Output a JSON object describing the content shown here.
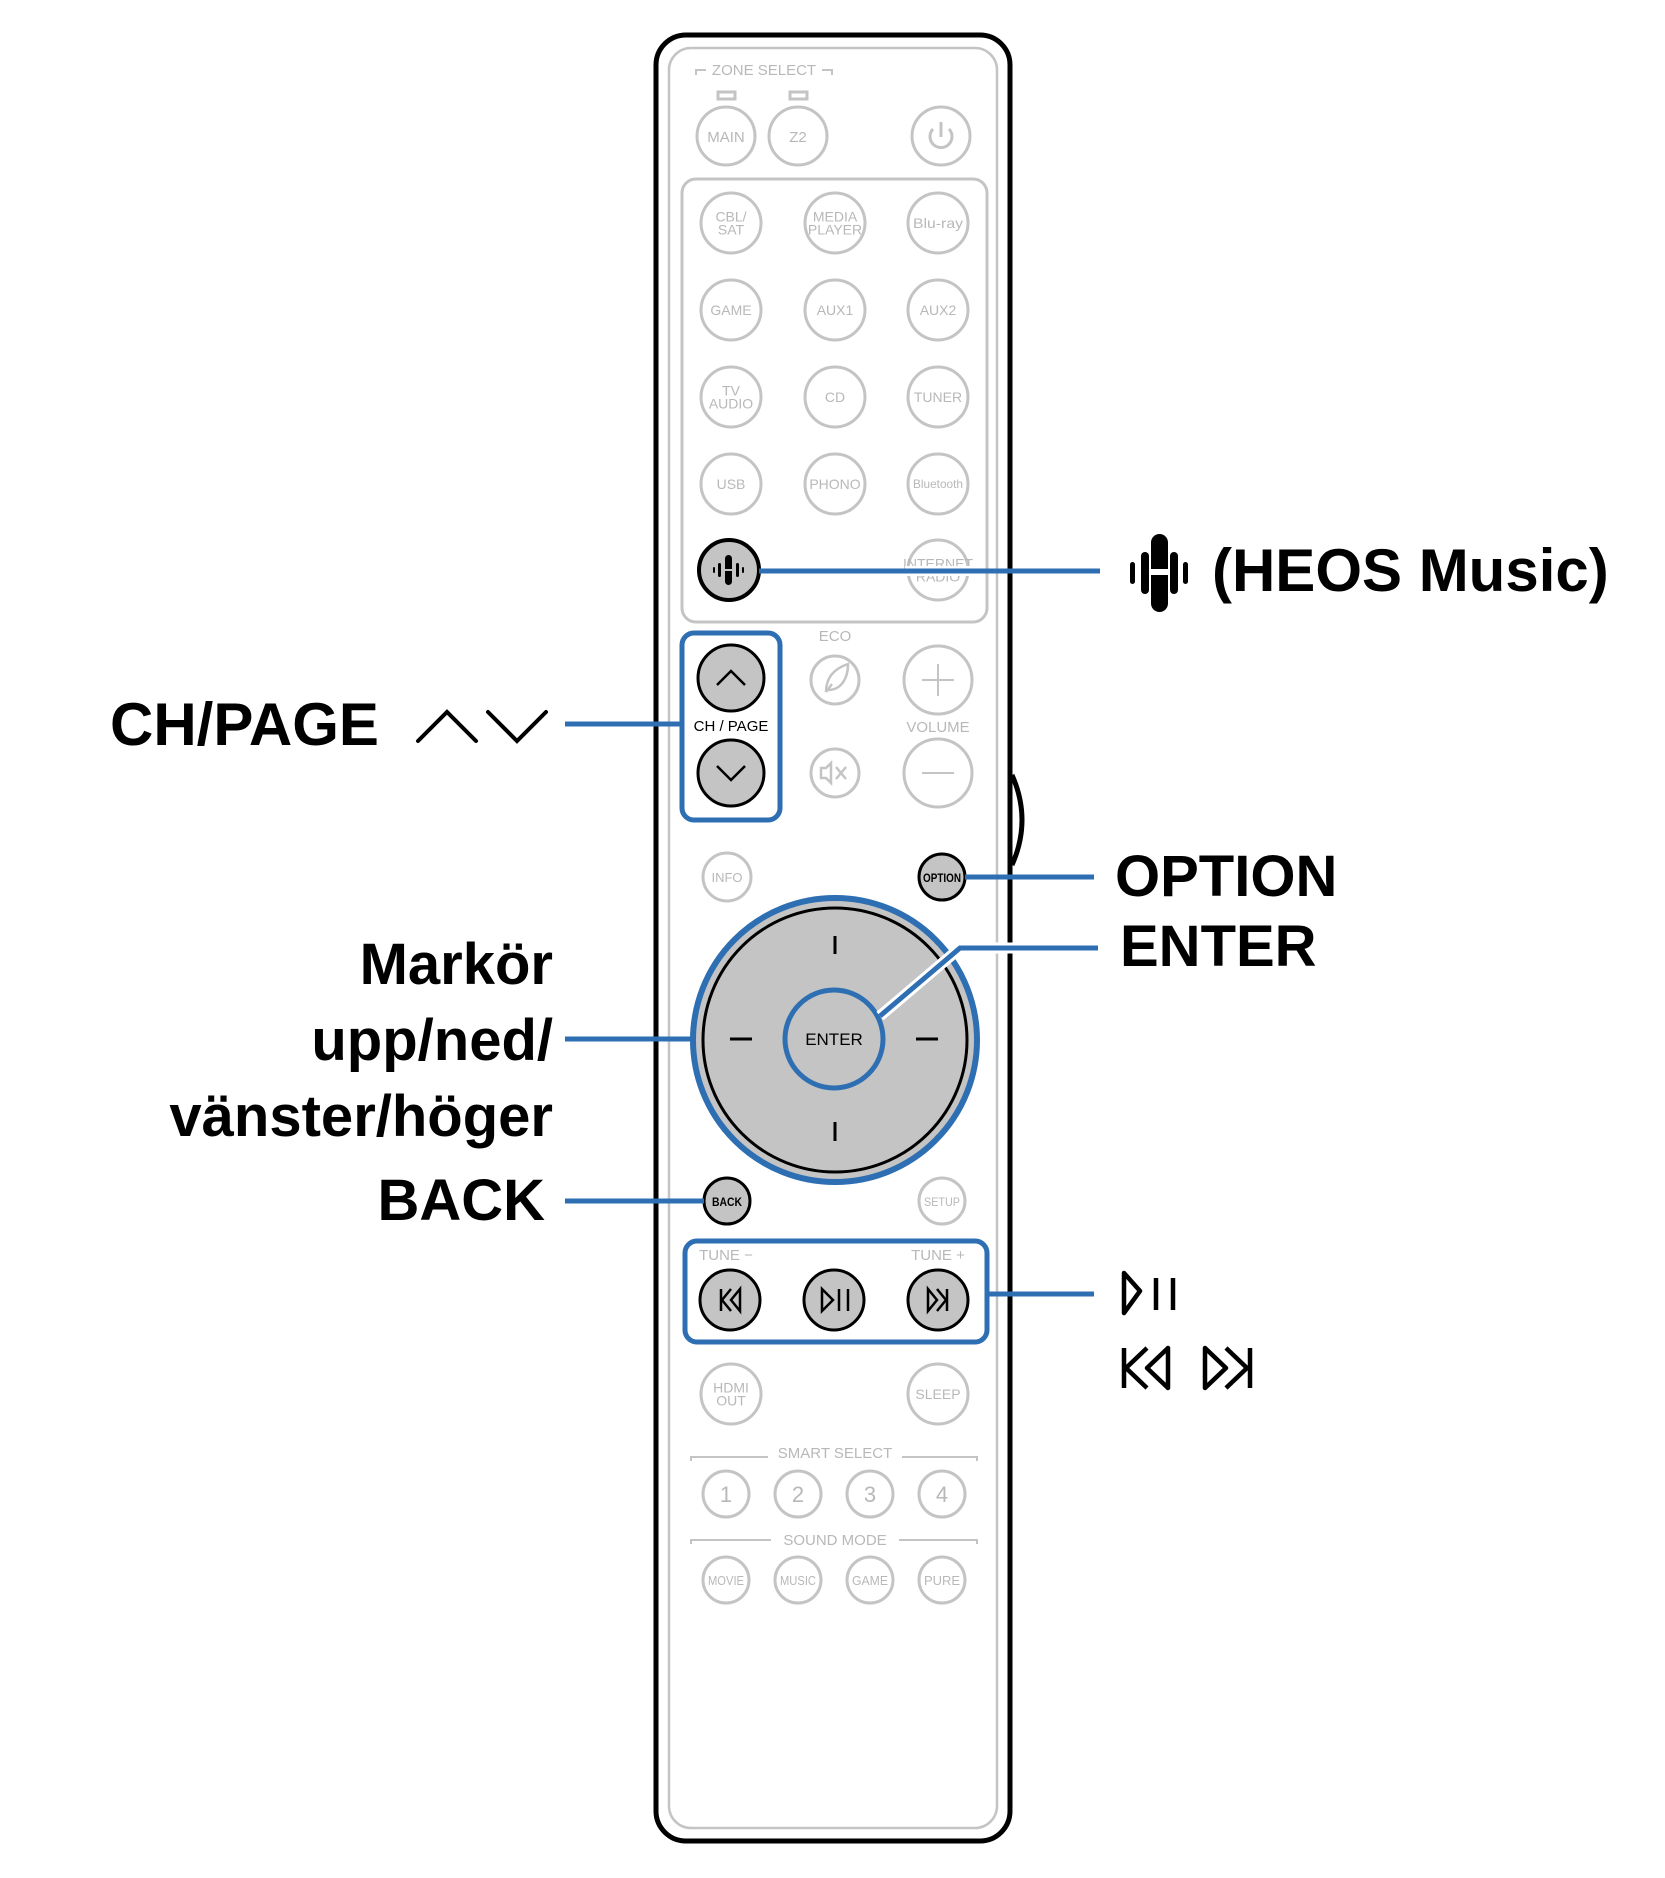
{
  "colors": {
    "accent_blue": "#2e6fb3",
    "inactive_gray": "#c4c4c4",
    "active_fill": "#c4c4c4",
    "outline_black": "#000000"
  },
  "remote": {
    "zone_select_label": "ZONE SELECT",
    "zone_buttons": [
      "MAIN",
      "Z2"
    ],
    "power_icon": "power-icon",
    "input_buttons": [
      [
        "CBL/\nSAT",
        "MEDIA\nPLAYER",
        "Blu-ray"
      ],
      [
        "GAME",
        "AUX1",
        "AUX2"
      ],
      [
        "TV\nAUDIO",
        "CD",
        "TUNER"
      ],
      [
        "USB",
        "PHONO",
        "Bluetooth"
      ],
      [
        "heos-icon",
        "",
        "INTERNET\nRADIO"
      ]
    ],
    "ch_page_label": "CH / PAGE",
    "eco_label": "ECO",
    "volume_label": "VOLUME",
    "info_label": "INFO",
    "option_label": "OPTION",
    "enter_label": "ENTER",
    "back_label": "BACK",
    "setup_label": "SETUP",
    "tune_minus_label": "TUNE −",
    "tune_plus_label": "TUNE +",
    "hdmi_out_label": "HDMI\nOUT",
    "sleep_label": "SLEEP",
    "smart_select_label": "SMART SELECT",
    "smart_select_buttons": [
      "1",
      "2",
      "3",
      "4"
    ],
    "sound_mode_label": "SOUND MODE",
    "sound_mode_buttons": [
      "MOVIE",
      "MUSIC",
      "GAME",
      "PURE"
    ]
  },
  "callouts": {
    "heos": "(HEOS Music)",
    "ch_page": "CH/PAGE",
    "option": "OPTION",
    "enter": "ENTER",
    "cursor_line1": "Markör",
    "cursor_line2": "upp/ned/",
    "cursor_line3": "vänster/höger",
    "back": "BACK"
  }
}
